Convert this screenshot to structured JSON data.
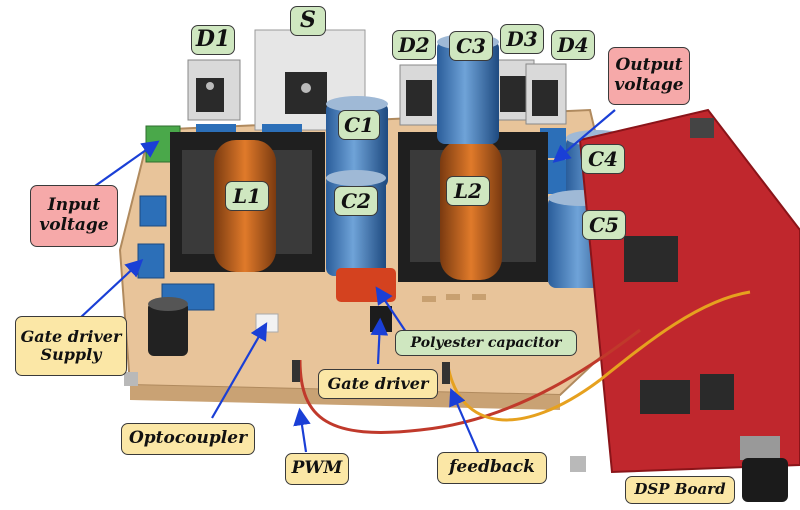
{
  "labels": {
    "d1": "D1",
    "s": "S",
    "d2": "D2",
    "c3": "C3",
    "d3": "D3",
    "d4": "D4",
    "c1": "C1",
    "c2": "C2",
    "l1": "L1",
    "l2": "L2",
    "c4": "C4",
    "c5": "C5",
    "output_voltage_line1": "Output",
    "output_voltage_line2": "voltage",
    "input_voltage_line1": "Input",
    "input_voltage_line2": "voltage",
    "gate_driver_supply_line1": "Gate driver",
    "gate_driver_supply_line2": "Supply",
    "polyester_capacitor": "Polyester capacitor",
    "gate_driver": "Gate driver",
    "optocoupler": "Optocoupler",
    "pwm": "PWM",
    "feedback": "feedback",
    "dsp_board": "DSP Board"
  },
  "colors": {
    "component_label_bg": "#cfe7c0",
    "signal_label_bg": "#fbe7a6",
    "voltage_label_bg": "#f6a9a9",
    "arrow": "#1a3fd6",
    "pcb": "#e8c49a",
    "dsp_board": "#c0272d"
  }
}
